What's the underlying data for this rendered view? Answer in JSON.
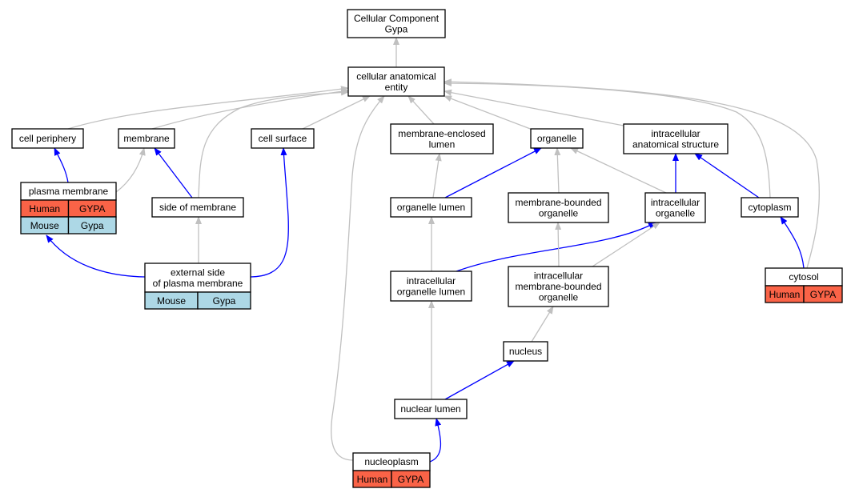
{
  "colors": {
    "gray_edge": "#c0c0c0",
    "blue_edge": "#0000ff",
    "human_cell": "#fa6347",
    "mouse_cell": "#add8e6"
  },
  "nodes": {
    "cc_root": [
      "Cellular Component",
      "Gypa"
    ],
    "cae": [
      "cellular anatomical",
      "entity"
    ],
    "cell_periphery": [
      "cell periphery"
    ],
    "membrane": [
      "membrane"
    ],
    "cell_surface": [
      "cell surface"
    ],
    "mel": [
      "membrane-enclosed",
      "lumen"
    ],
    "organelle": [
      "organelle"
    ],
    "ias": [
      "intracellular",
      "anatomical structure"
    ],
    "plasma_membrane": [
      "plasma membrane"
    ],
    "side_of_membrane": [
      "side of membrane"
    ],
    "organelle_lumen": [
      "organelle lumen"
    ],
    "mbo": [
      "membrane-bounded",
      "organelle"
    ],
    "intracellular_organelle": [
      "intracellular",
      "organelle"
    ],
    "cytoplasm": [
      "cytoplasm"
    ],
    "external_side": [
      "external side",
      "of plasma membrane"
    ],
    "iol": [
      "intracellular",
      "organelle lumen"
    ],
    "imbo": [
      "intracellular",
      "membrane-bounded",
      "organelle"
    ],
    "cytosol": [
      "cytosol"
    ],
    "nucleus": [
      "nucleus"
    ],
    "nuclear_lumen": [
      "nuclear lumen"
    ],
    "nucleoplasm": [
      "nucleoplasm"
    ]
  },
  "annotations": {
    "plasma_membrane": [
      [
        "Human",
        "GYPA"
      ],
      [
        "Mouse",
        "Gypa"
      ]
    ],
    "external_side": [
      [
        "Mouse",
        "Gypa"
      ]
    ],
    "cytosol": [
      [
        "Human",
        "GYPA"
      ]
    ],
    "nucleoplasm": [
      [
        "Human",
        "GYPA"
      ]
    ]
  },
  "edges": [
    {
      "from": "cae",
      "to": "cc_root",
      "kind": "is_a"
    },
    {
      "from": "cell_periphery",
      "to": "cae",
      "kind": "is_a"
    },
    {
      "from": "membrane",
      "to": "cae",
      "kind": "is_a"
    },
    {
      "from": "cell_surface",
      "to": "cae",
      "kind": "is_a"
    },
    {
      "from": "mel",
      "to": "cae",
      "kind": "is_a"
    },
    {
      "from": "organelle",
      "to": "cae",
      "kind": "is_a"
    },
    {
      "from": "ias",
      "to": "cae",
      "kind": "is_a"
    },
    {
      "from": "side_of_membrane",
      "to": "cae",
      "kind": "is_a"
    },
    {
      "from": "cytoplasm",
      "to": "cae",
      "kind": "is_a"
    },
    {
      "from": "cytosol",
      "to": "cae",
      "kind": "is_a"
    },
    {
      "from": "nucleoplasm",
      "to": "cae",
      "kind": "is_a"
    },
    {
      "from": "plasma_membrane",
      "to": "cell_periphery",
      "kind": "part_of"
    },
    {
      "from": "plasma_membrane",
      "to": "membrane",
      "kind": "is_a"
    },
    {
      "from": "side_of_membrane",
      "to": "membrane",
      "kind": "part_of"
    },
    {
      "from": "external_side",
      "to": "plasma_membrane",
      "kind": "part_of"
    },
    {
      "from": "external_side",
      "to": "side_of_membrane",
      "kind": "is_a"
    },
    {
      "from": "external_side",
      "to": "cell_surface",
      "kind": "part_of"
    },
    {
      "from": "organelle_lumen",
      "to": "mel",
      "kind": "is_a"
    },
    {
      "from": "organelle_lumen",
      "to": "organelle",
      "kind": "part_of"
    },
    {
      "from": "mbo",
      "to": "organelle",
      "kind": "is_a"
    },
    {
      "from": "intracellular_organelle",
      "to": "organelle",
      "kind": "is_a"
    },
    {
      "from": "intracellular_organelle",
      "to": "ias",
      "kind": "part_of"
    },
    {
      "from": "cytoplasm",
      "to": "ias",
      "kind": "part_of"
    },
    {
      "from": "iol",
      "to": "organelle_lumen",
      "kind": "is_a"
    },
    {
      "from": "iol",
      "to": "intracellular_organelle",
      "kind": "part_of"
    },
    {
      "from": "imbo",
      "to": "mbo",
      "kind": "is_a"
    },
    {
      "from": "imbo",
      "to": "intracellular_organelle",
      "kind": "is_a"
    },
    {
      "from": "cytosol",
      "to": "cytoplasm",
      "kind": "part_of"
    },
    {
      "from": "nucleus",
      "to": "imbo",
      "kind": "is_a"
    },
    {
      "from": "nuclear_lumen",
      "to": "iol",
      "kind": "is_a"
    },
    {
      "from": "nuclear_lumen",
      "to": "nucleus",
      "kind": "part_of"
    },
    {
      "from": "nucleoplasm",
      "to": "nuclear_lumen",
      "kind": "part_of"
    }
  ]
}
